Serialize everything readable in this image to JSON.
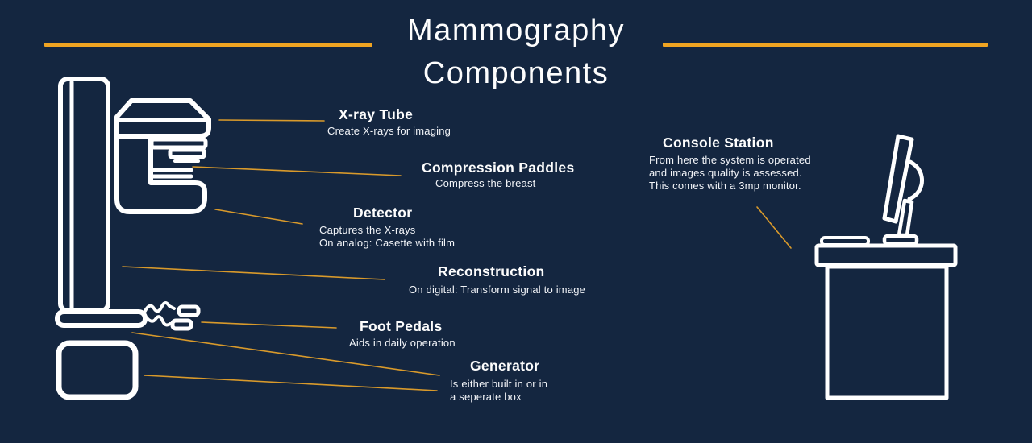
{
  "title": {
    "line1": "Mammography",
    "line2": "Components"
  },
  "colors": {
    "background": "#142640",
    "accent_orange_bar": "#F0A422",
    "leader_line_orange": "#D99A2B",
    "illustration_stroke": "#FFFFFF"
  },
  "labels": {
    "xray_tube": {
      "title": "X-ray Tube",
      "desc": "Create X-rays  for imaging"
    },
    "compression_paddles": {
      "title": "Compression Paddles",
      "desc": "Compress the breast"
    },
    "detector": {
      "title": "Detector",
      "desc_line1": "Captures the X-rays",
      "desc_line2": "On analog: Casette with film"
    },
    "reconstruction": {
      "title": "Reconstruction",
      "desc": "On digital: Transform signal to image"
    },
    "foot_pedals": {
      "title": "Foot Pedals",
      "desc": "Aids in daily operation"
    },
    "generator": {
      "title": "Generator",
      "desc_line1": "Is either built in or in",
      "desc_line2": "a seperate box"
    },
    "console_station": {
      "title": "Console Station",
      "desc_line1": "From here the system is operated",
      "desc_line2": "and images quality is assessed.",
      "desc_line3": "This comes with a 3mp monitor."
    }
  },
  "illustrations": {
    "machine": "mammography-machine",
    "console": "console-desk-with-monitor"
  }
}
